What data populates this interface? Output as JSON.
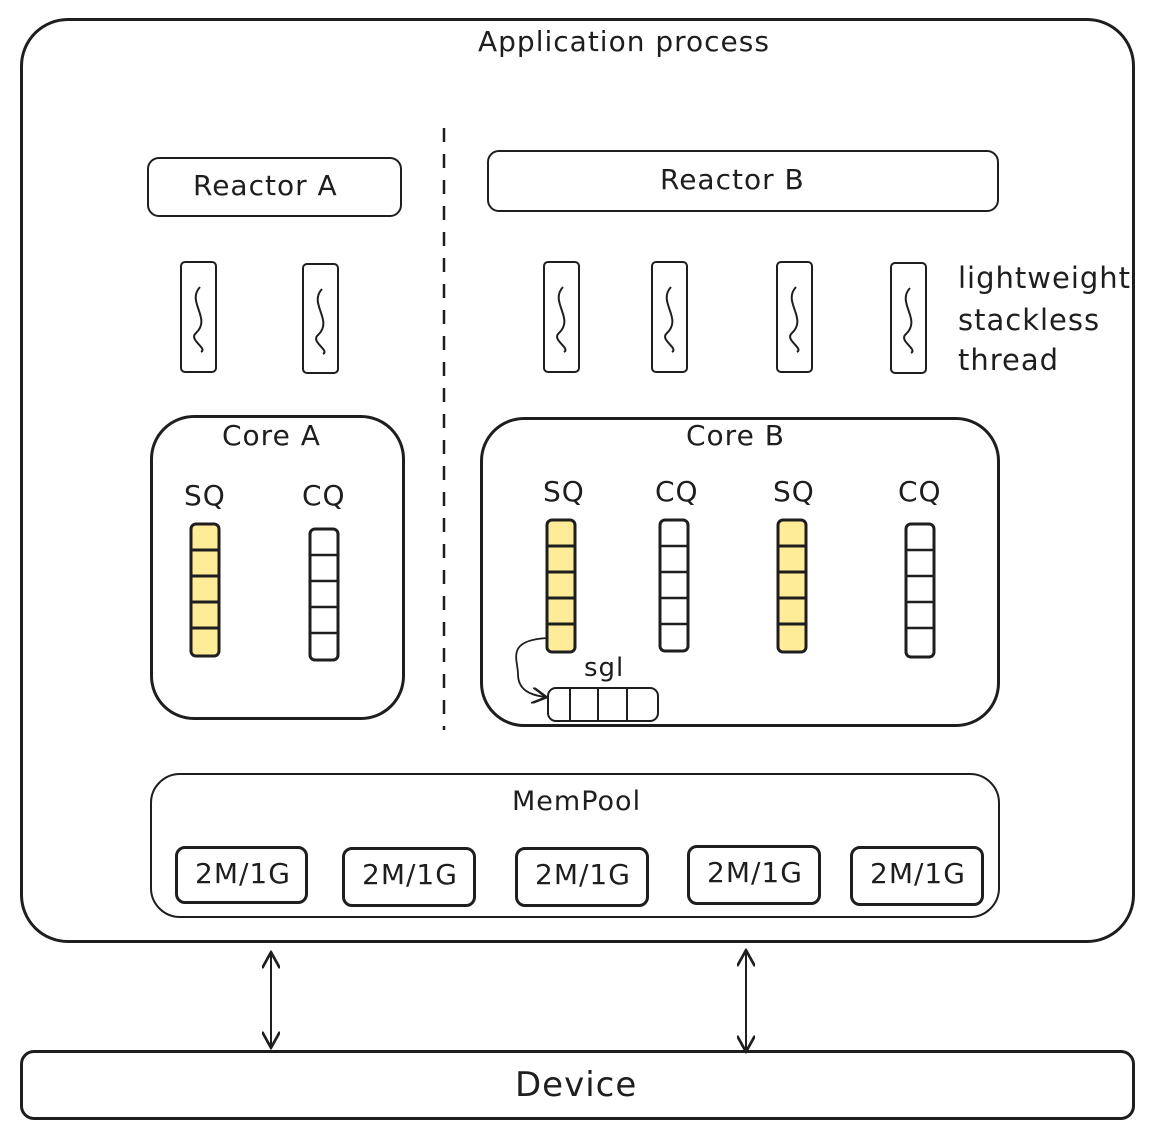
{
  "app_process": {
    "title": "Application process"
  },
  "reactors": [
    {
      "label": "Reactor A"
    },
    {
      "label": "Reactor B"
    }
  ],
  "thread_note": {
    "lines": [
      "lightweight",
      "stackless",
      "thread"
    ]
  },
  "cores": [
    {
      "label": "Core A",
      "queues": [
        "SQ",
        "CQ"
      ]
    },
    {
      "label": "Core B",
      "queues": [
        "SQ",
        "CQ",
        "SQ",
        "CQ"
      ]
    }
  ],
  "sgl": {
    "label": "sgl"
  },
  "mempool": {
    "title": "MemPool",
    "pages": [
      "2M/1G",
      "2M/1G",
      "2M/1G",
      "2M/1G",
      "2M/1G"
    ]
  },
  "device": {
    "label": "Device"
  },
  "colors": {
    "stroke": "#1e1e1e",
    "sq_fill": "#ffec99",
    "cq_fill": "#ffffff"
  }
}
